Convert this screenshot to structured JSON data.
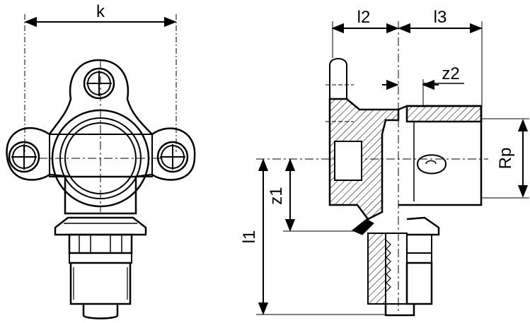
{
  "dimension_labels": {
    "k": "k",
    "l1": "l1",
    "l2": "l2",
    "l3": "l3",
    "z1": "z1",
    "z2": "z2",
    "rp": "Rp"
  }
}
